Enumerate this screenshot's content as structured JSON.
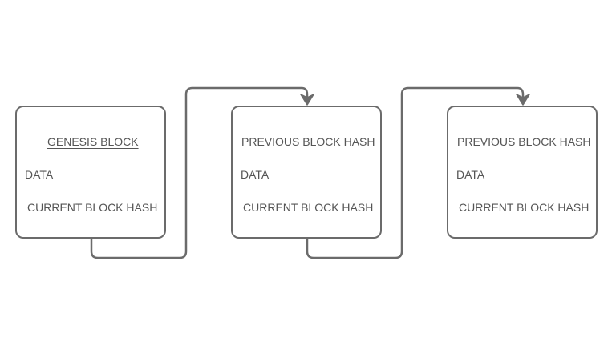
{
  "diagram": {
    "blocks": [
      {
        "line1": "GENESIS BLOCK",
        "line2": "DATA",
        "line3": "CURRENT BLOCK HASH"
      },
      {
        "line1": "PREVIOUS BLOCK HASH",
        "line2": "DATA",
        "line3": "CURRENT BLOCK HASH"
      },
      {
        "line1": "PREVIOUS BLOCK HASH",
        "line2": "DATA",
        "line3": "CURRENT BLOCK HASH"
      }
    ],
    "colors": {
      "stroke": "#6b6b6b",
      "text": "#555555",
      "background": "#ffffff"
    }
  }
}
